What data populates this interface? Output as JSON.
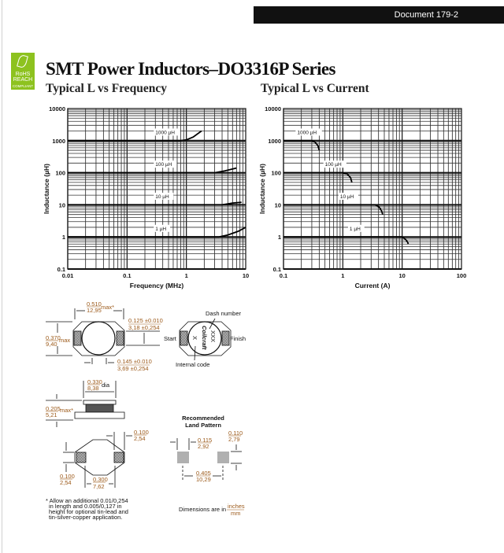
{
  "header": {
    "document_number": "Document 179-2"
  },
  "logo": {
    "line1": "RoHS",
    "line2": "REACH",
    "line3": "COMPLIANT"
  },
  "page_title": "SMT Power Inductors–DO3316P Series",
  "colors": {
    "dimension": "#9c5a1a",
    "logo": "#8dc21f",
    "pad": "#b0b0b0"
  },
  "chart_data": [
    {
      "type": "line",
      "title": "Typical L vs Frequency",
      "xlabel": "Frequency (MHz)",
      "ylabel": "Inductance (µH)",
      "xscale": "log",
      "yscale": "log",
      "xlim": [
        0.01,
        10
      ],
      "ylim": [
        0.1,
        10000
      ],
      "xticks": [
        "0.01",
        "0.1",
        "1",
        "10"
      ],
      "yticks": [
        "0.1",
        "1",
        "10",
        "100",
        "1000",
        "10000"
      ],
      "grid": true,
      "series": [
        {
          "name": "1000 µH",
          "points": [
            [
              0.01,
              1000
            ],
            [
              0.8,
              1000
            ],
            [
              1.0,
              1060
            ],
            [
              1.3,
              1300
            ],
            [
              1.8,
              2000
            ]
          ],
          "label_at": [
            0.3,
            1700
          ]
        },
        {
          "name": "100 µH",
          "points": [
            [
              0.01,
              100
            ],
            [
              3,
              100
            ],
            [
              4.5,
              115
            ],
            [
              7,
              140
            ]
          ],
          "label_at": [
            0.3,
            170
          ]
        },
        {
          "name": "10 µH",
          "points": [
            [
              0.01,
              10
            ],
            [
              4,
              10
            ],
            [
              6,
              11.3
            ],
            [
              8.5,
              12
            ]
          ],
          "label_at": [
            0.3,
            17
          ]
        },
        {
          "name": "1 µH",
          "points": [
            [
              0.01,
              1
            ],
            [
              3.5,
              1
            ],
            [
              5,
              1.15
            ],
            [
              7.5,
              1.5
            ],
            [
              10,
              2
            ]
          ],
          "label_at": [
            0.3,
            1.7
          ]
        }
      ]
    },
    {
      "type": "line",
      "title": "Typical L vs Current",
      "xlabel": "Current (A)",
      "ylabel": "Inductance (µH)",
      "xscale": "log",
      "yscale": "log",
      "xlim": [
        0.1,
        100
      ],
      "ylim": [
        0.1,
        10000
      ],
      "xticks": [
        "0.1",
        "1",
        "10",
        "100"
      ],
      "yticks": [
        "0.1",
        "1",
        "10",
        "100",
        "1000",
        "10000"
      ],
      "grid": true,
      "series": [
        {
          "name": "1000 µH",
          "points": [
            [
              0.1,
              1000
            ],
            [
              0.3,
              1000
            ],
            [
              0.34,
              900
            ],
            [
              0.38,
              700
            ],
            [
              0.4,
              500
            ]
          ],
          "label_at": [
            0.17,
            1700
          ]
        },
        {
          "name": "100 µH",
          "points": [
            [
              0.1,
              100
            ],
            [
              1.0,
              100
            ],
            [
              1.2,
              90
            ],
            [
              1.35,
              70
            ],
            [
              1.42,
              50
            ]
          ],
          "label_at": [
            0.5,
            170
          ]
        },
        {
          "name": "10 µH",
          "points": [
            [
              0.1,
              10
            ],
            [
              3.5,
              10
            ],
            [
              4.1,
              8.5
            ],
            [
              4.5,
              6.5
            ],
            [
              4.7,
              5
            ]
          ],
          "label_at": [
            0.9,
            17
          ]
        },
        {
          "name": "1 µH",
          "points": [
            [
              0.1,
              1
            ],
            [
              10,
              1
            ],
            [
              11.3,
              0.85
            ],
            [
              12.3,
              0.7
            ],
            [
              12.7,
              0.6
            ]
          ],
          "label_at": [
            1.3,
            1.7
          ]
        }
      ]
    }
  ],
  "drawings": {
    "top_view": {
      "length_in": "0.510",
      "length_mm": "12,95",
      "length_suffix": "max*",
      "width_in": "0.370",
      "width_mm": "9,40",
      "width_suffix": "max",
      "pad_h_in": "0.125 ±0.010",
      "pad_h_mm": "3,18 ±0,254",
      "pad_w_in": "0.145 ±0.010",
      "pad_w_mm": "3,69 ±0,254"
    },
    "marking_view": {
      "dash_number": "Dash number",
      "start": "Start",
      "finish": "Finish",
      "internal_code": "Internal code",
      "brand": "Coilcraft",
      "dash_code": "XXX",
      "internal_mark": "X"
    },
    "side_view": {
      "dia_in": "0.330",
      "dia_mm": "8,38",
      "dia_suffix": "dia",
      "height_in": "0.205",
      "height_mm": "5,21",
      "height_suffix": "max*"
    },
    "bottom_view": {
      "chamfer_in": "0.100",
      "chamfer_mm": "2,54",
      "pad_in": "0.100",
      "pad_mm": "2,54",
      "span_in": "0.300",
      "span_mm": "7,62"
    },
    "land_pattern": {
      "title1": "Recommended",
      "title2": "Land Pattern",
      "pad_w_in": "0.115",
      "pad_w_mm": "2,92",
      "pad_h_in": "0.110",
      "pad_h_mm": "2,79",
      "spacing_in": "0.405",
      "spacing_mm": "10,29"
    },
    "footnote": [
      "* Allow an additional 0.01/0,254",
      "in length and 0.005/0,127 in",
      "height for optional tin-lead and",
      "tin-silver-copper application."
    ],
    "units_note": {
      "text": "Dimensions are in",
      "top": "inches",
      "bottom": "mm"
    }
  }
}
